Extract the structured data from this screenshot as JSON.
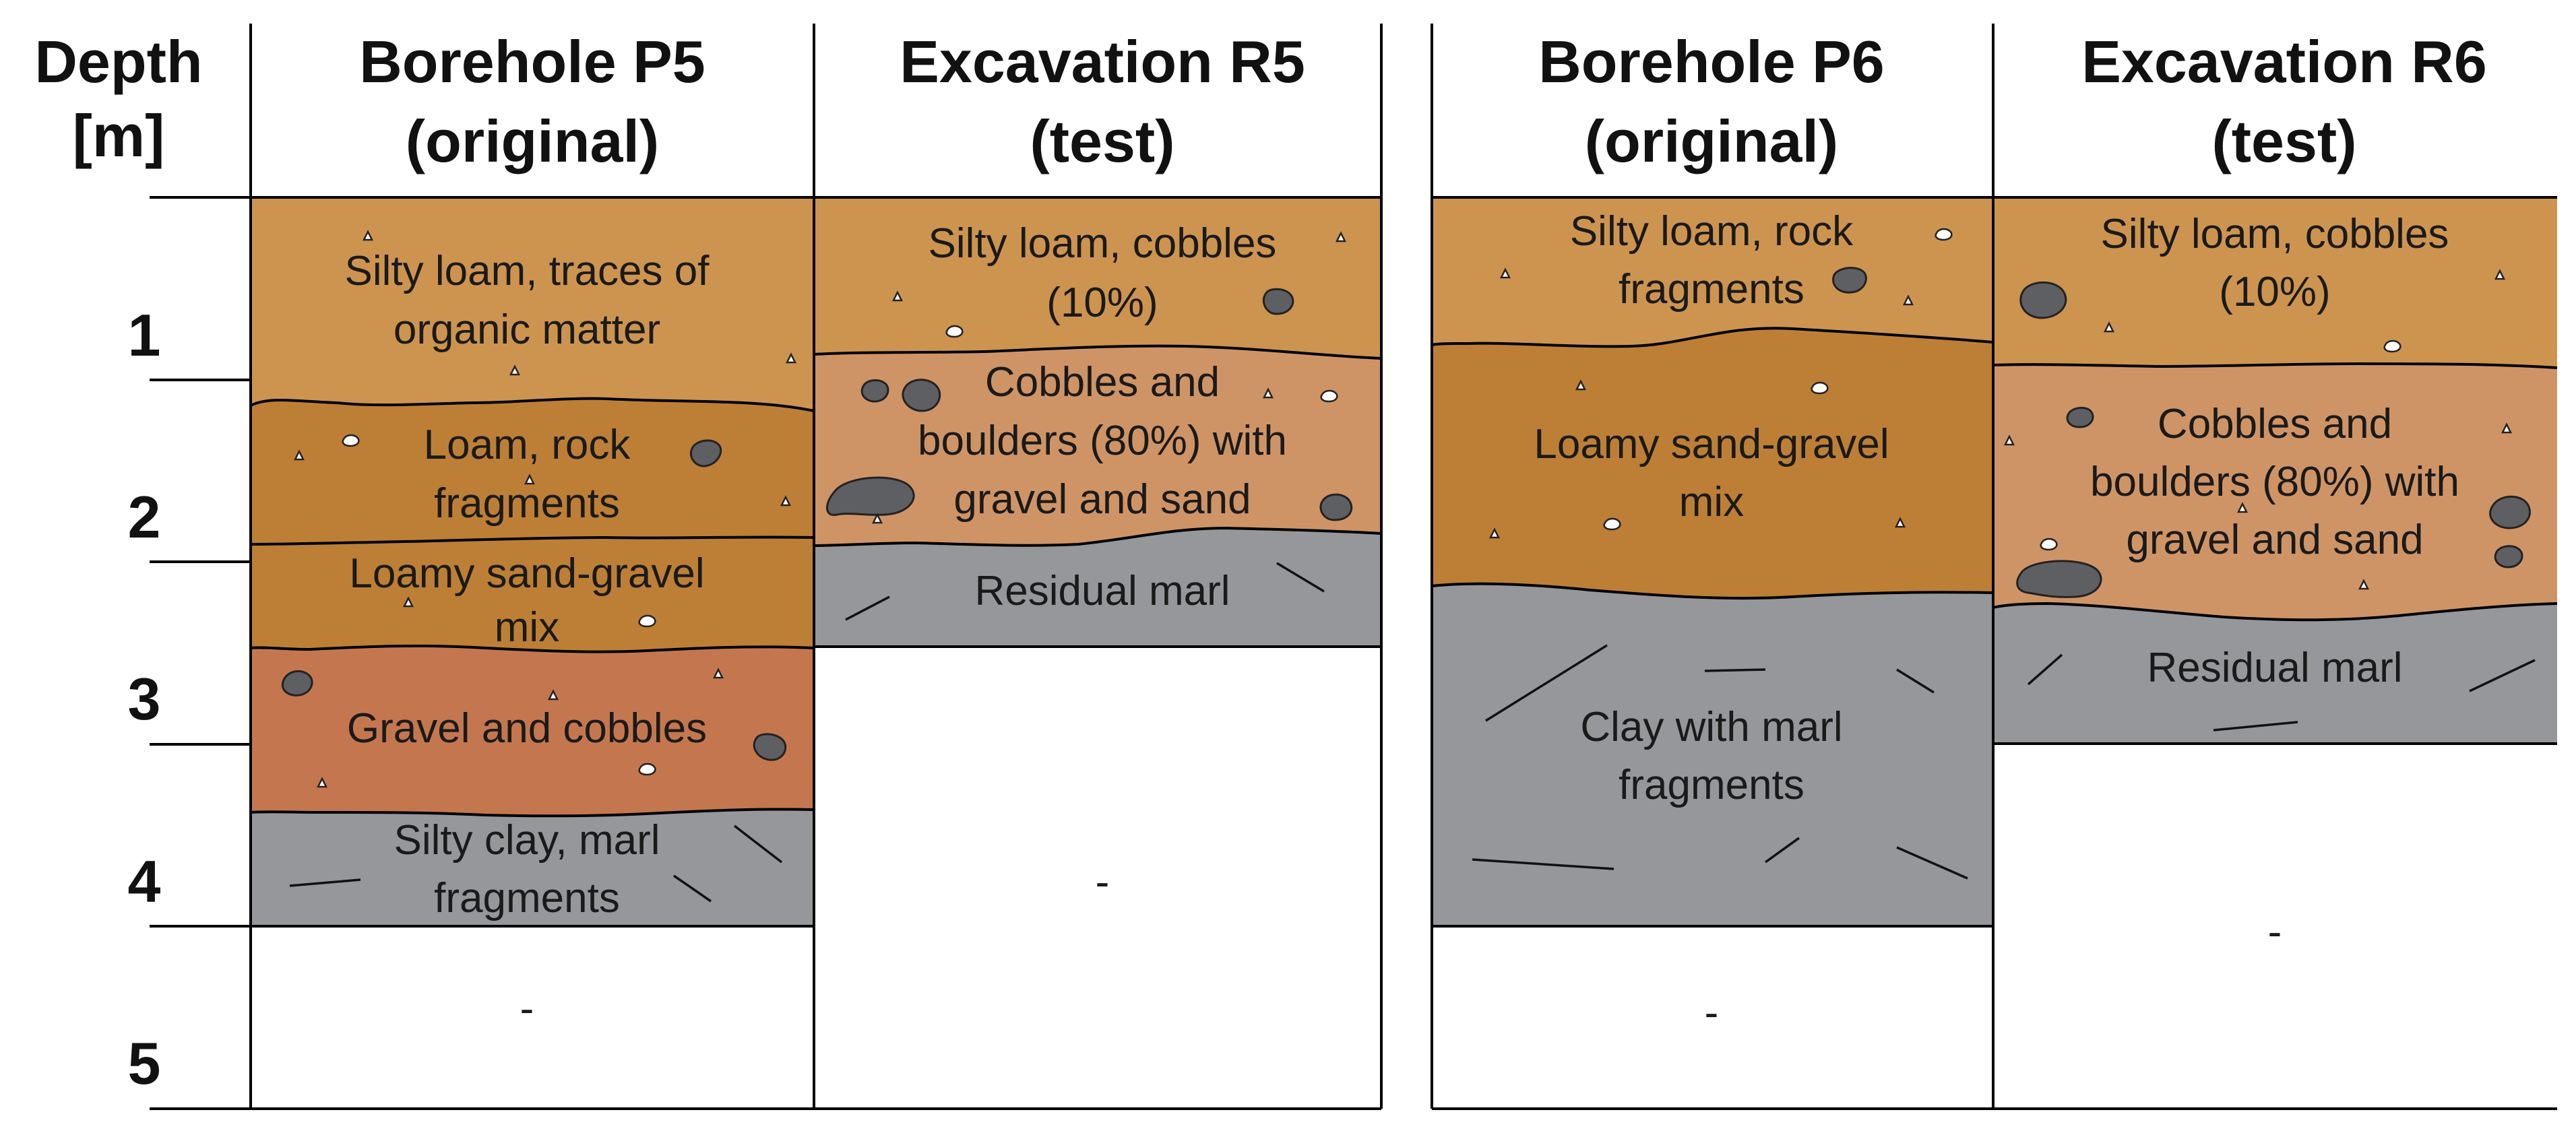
{
  "depth_header": {
    "line1": "Depth",
    "line2": "[m]"
  },
  "depth_ticks": [
    "1",
    "2",
    "3",
    "4",
    "5"
  ],
  "colors": {
    "silty_loam": "#cd9450",
    "loam": "#bd7f36",
    "cobbles_boulders": "#cf9466",
    "gravel_cobbles": "#c4774e",
    "marl_clay": "#96979b",
    "stone": "#5e5f63"
  },
  "columns": [
    {
      "title1": "Borehole P5",
      "title2": "(original)",
      "layers": [
        {
          "lines": [
            "Silty loam, traces of",
            "organic matter"
          ],
          "color": "silty_loam"
        },
        {
          "lines": [
            "Loam, rock",
            "fragments"
          ],
          "color": "loam"
        },
        {
          "lines": [
            "Loamy sand-gravel",
            "mix"
          ],
          "color": "loam"
        },
        {
          "lines": [
            "Gravel and cobbles"
          ],
          "color": "gravel_cobbles"
        },
        {
          "lines": [
            "Silty clay, marl",
            "fragments"
          ],
          "color": "marl_clay"
        }
      ],
      "below": "-"
    },
    {
      "title1": "Excavation R5",
      "title2": "(test)",
      "layers": [
        {
          "lines": [
            "Silty loam, cobbles",
            "(10%)"
          ],
          "color": "silty_loam"
        },
        {
          "lines": [
            "Cobbles and",
            "boulders (80%) with",
            "gravel and sand"
          ],
          "color": "cobbles_boulders"
        },
        {
          "lines": [
            "Residual marl"
          ],
          "color": "marl_clay"
        }
      ],
      "below": "-"
    },
    {
      "title1": "Borehole P6",
      "title2": "(original)",
      "layers": [
        {
          "lines": [
            "Silty loam, rock",
            "fragments"
          ],
          "color": "silty_loam"
        },
        {
          "lines": [
            "Loamy sand-gravel",
            "mix"
          ],
          "color": "loam"
        },
        {
          "lines": [
            "Clay with marl",
            "fragments"
          ],
          "color": "marl_clay"
        }
      ],
      "below": "-"
    },
    {
      "title1": "Excavation R6",
      "title2": "(test)",
      "layers": [
        {
          "lines": [
            "Silty loam, cobbles",
            "(10%)"
          ],
          "color": "silty_loam"
        },
        {
          "lines": [
            "Cobbles and",
            "boulders (80%) with",
            "gravel and sand"
          ],
          "color": "cobbles_boulders"
        },
        {
          "lines": [
            "Residual marl"
          ],
          "color": "marl_clay"
        }
      ],
      "below": "-"
    }
  ]
}
